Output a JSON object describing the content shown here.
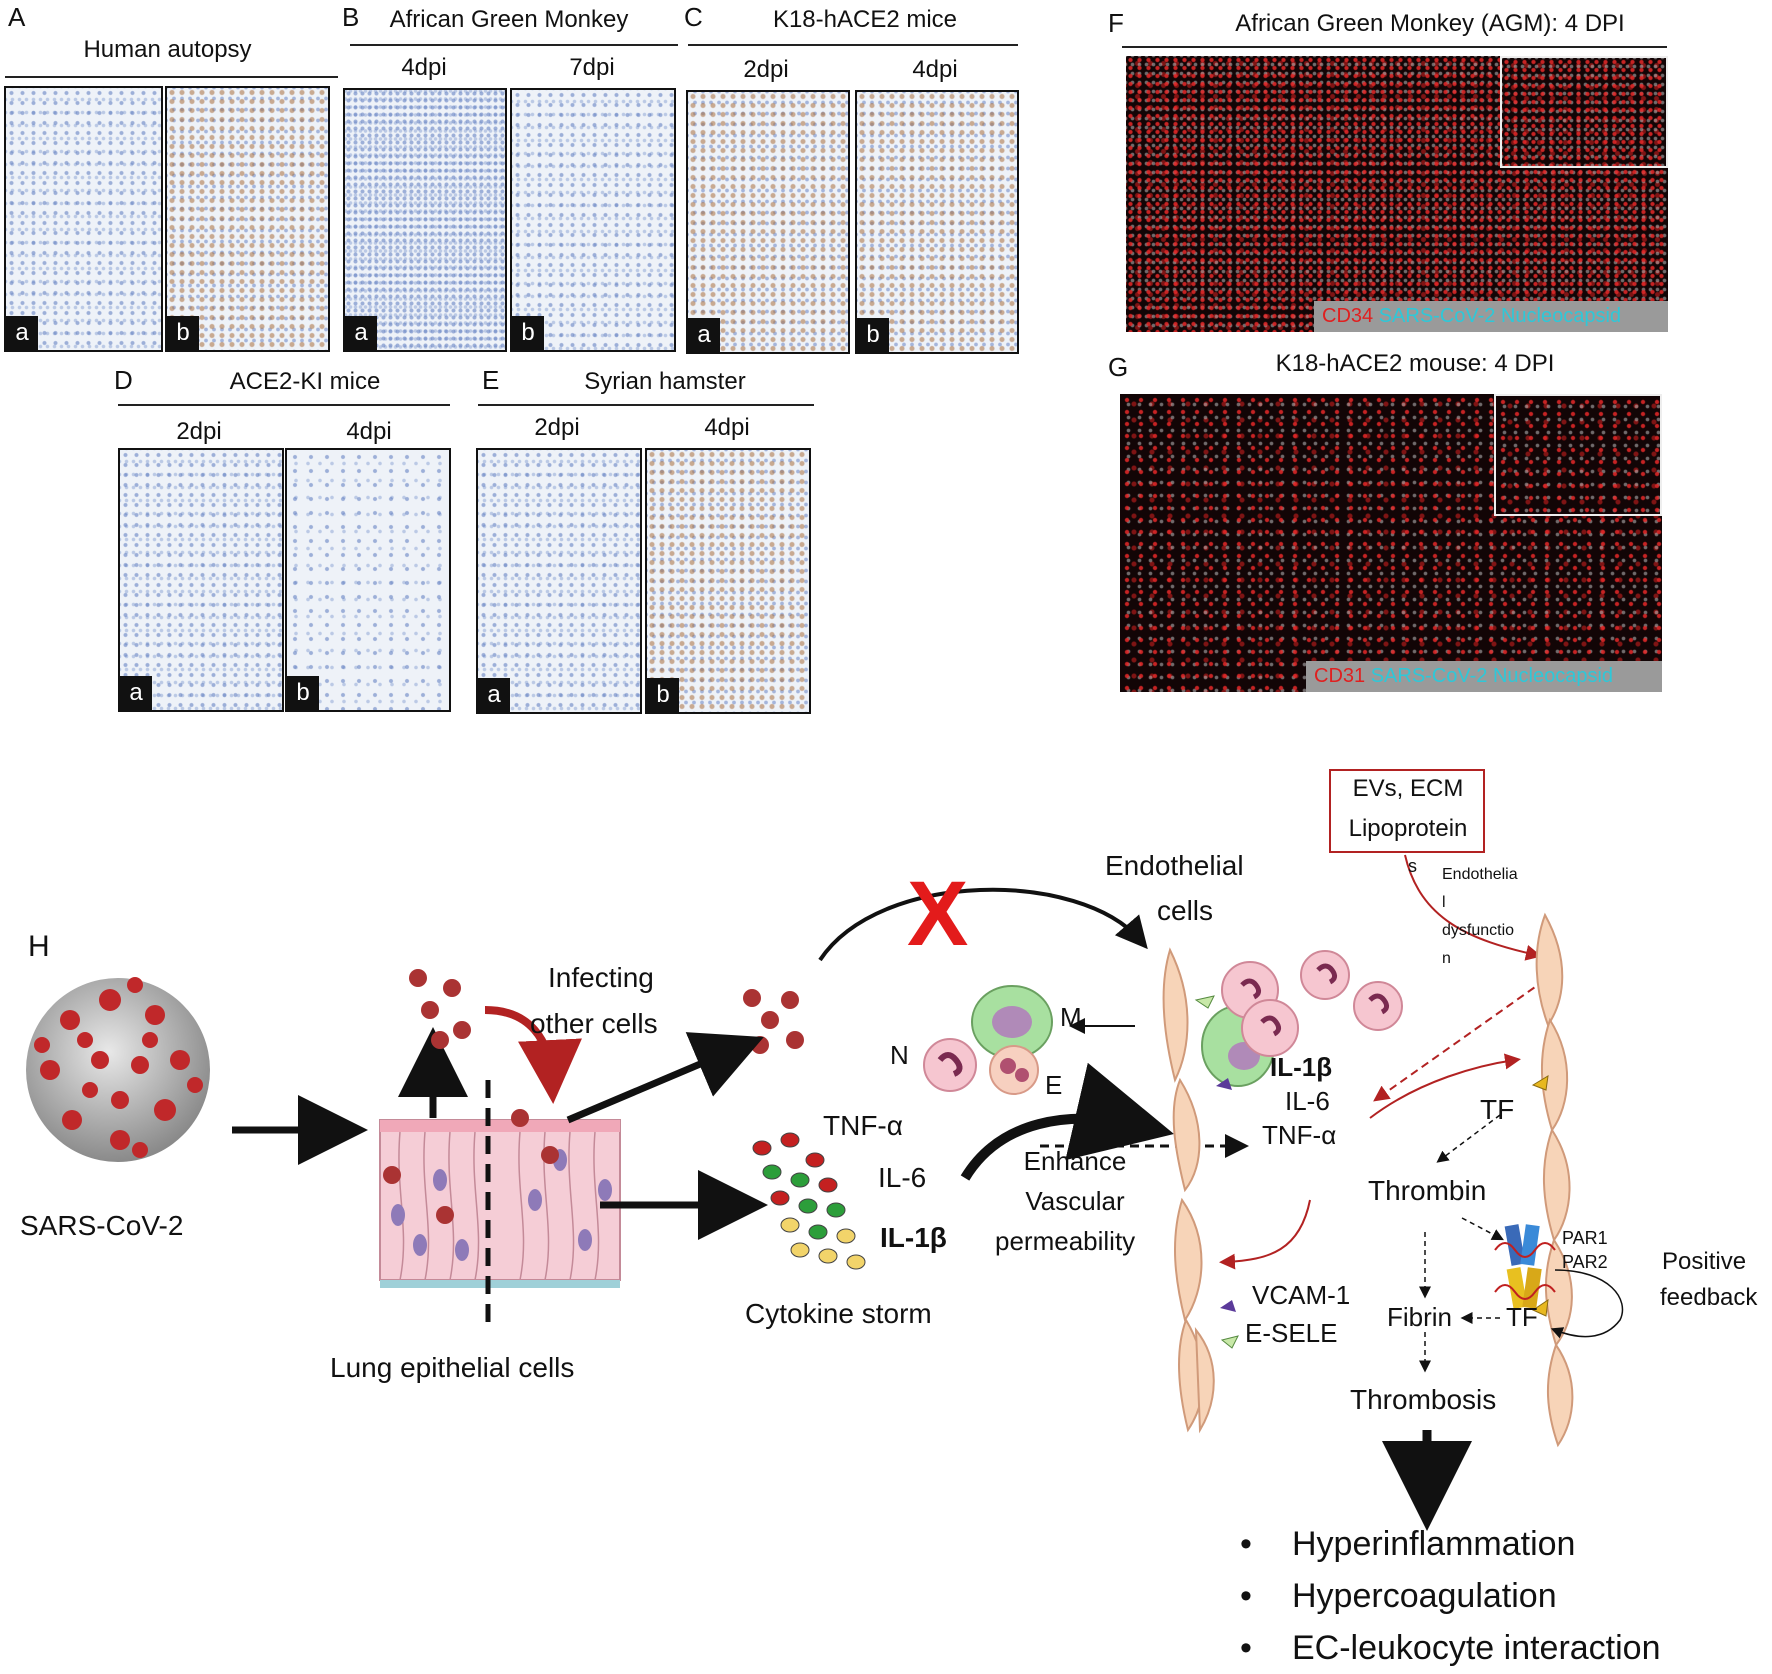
{
  "panels": {
    "A": {
      "letter": "A",
      "title": "Human autopsy",
      "sub_a": "a",
      "sub_b": "b"
    },
    "B": {
      "letter": "B",
      "title": "African Green Monkey",
      "time1": "4dpi",
      "time2": "7dpi",
      "sub_a": "a",
      "sub_b": "b"
    },
    "C": {
      "letter": "C",
      "title": "K18-hACE2 mice",
      "time1": "2dpi",
      "time2": "4dpi",
      "sub_a": "a",
      "sub_b": "b"
    },
    "D": {
      "letter": "D",
      "title": "ACE2-KI mice",
      "time1": "2dpi",
      "time2": "4dpi",
      "sub_a": "a",
      "sub_b": "b"
    },
    "E": {
      "letter": "E",
      "title": "Syrian hamster",
      "time1": "2dpi",
      "time2": "4dpi",
      "sub_a": "a",
      "sub_b": "b"
    },
    "F": {
      "letter": "F",
      "title": "African Green Monkey (AGM): 4 DPI",
      "marker": "CD34",
      "stain": "SARS-CoV-2 Nucleocapsid"
    },
    "G": {
      "letter": "G",
      "title": "K18-hACE2 mouse: 4 DPI",
      "marker": "CD31",
      "stain": "SARS-CoV-2 Nucleocapsid"
    }
  },
  "diagram": {
    "letter": "H",
    "virus": "SARS-CoV-2",
    "epithelial": "Lung epithelial cells",
    "infecting": [
      "Infecting",
      "other cells"
    ],
    "cytokine_storm": "Cytokine storm",
    "cytokines": [
      "TNF-α",
      "IL-6",
      "IL-1β"
    ],
    "endothelial": [
      "Endothelial",
      "cells"
    ],
    "enhance": [
      "Enhance",
      "Vascular",
      "permeability"
    ],
    "cells": {
      "M": "M",
      "N": "N",
      "E": "E"
    },
    "mid_cytokines": [
      "IL-1β",
      "IL-6",
      "TNF-α"
    ],
    "adhesion": [
      "VCAM-1",
      "E-SELE"
    ],
    "evs_box": [
      "EVs, ECM",
      "Lipoprotein"
    ],
    "evs_tail": "s",
    "dysfunction": [
      "Endothelia",
      "l",
      "dysfunctio",
      "n"
    ],
    "tf1": "TF",
    "thrombin": "Thrombin",
    "par": [
      "PAR1",
      "PAR2"
    ],
    "positive": [
      "Positive",
      "feedback"
    ],
    "fibrin": "Fibrin",
    "tf2": "TF",
    "thrombosis": "Thrombosis",
    "outcomes": [
      "Hyperinflammation",
      "Hypercoagulation",
      "EC-leukocyte interaction"
    ],
    "x_mark": "X"
  },
  "colors": {
    "accent_red": "#b22222",
    "cyan": "#2ec8d8",
    "cd_red": "#e02020",
    "x_red": "#e31b1b"
  }
}
